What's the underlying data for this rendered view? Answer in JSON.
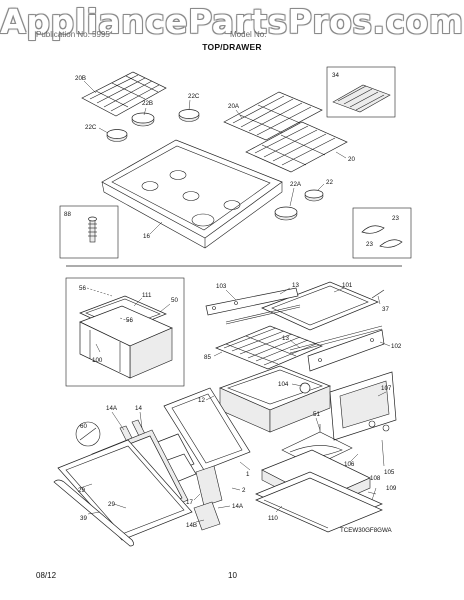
{
  "watermark": "AppliancePartsPros.com",
  "header": {
    "left_text": "Publication No. 5995",
    "right_text": "Model No."
  },
  "section_title": "TOP/DRAWER",
  "footer": {
    "date": "08/12",
    "page_number": "10"
  },
  "figure_code": "TCEW30GF8GWA",
  "part_callouts": {
    "c20b": "20B",
    "c22b": "22B",
    "c22c_top": "22C",
    "c20a": "20A",
    "c34": "34",
    "c22c_left": "22C",
    "c20": "20",
    "c22a": "22A",
    "c22": "22",
    "c16": "16",
    "c88": "88",
    "c23_top": "23",
    "c23_bottom": "23",
    "c56": "56",
    "c111": "111",
    "c50": "50",
    "c56b": "56",
    "c100": "100",
    "c103": "103",
    "c13_top": "13",
    "c101": "101",
    "c37": "37",
    "c85": "85",
    "c13_mid": "13",
    "c102": "102",
    "c104": "104",
    "c12": "12",
    "c107": "107",
    "c14a_top": "14A",
    "c14": "14",
    "c60": "60",
    "c51": "51",
    "c1": "1",
    "c106": "106",
    "c105": "105",
    "c29_top": "29",
    "c29_bottom": "29",
    "c39": "39",
    "c17": "17",
    "c14a_bottom": "14A",
    "c14b": "14B",
    "c2": "2",
    "c108": "108",
    "c109": "109",
    "c110": "110"
  }
}
